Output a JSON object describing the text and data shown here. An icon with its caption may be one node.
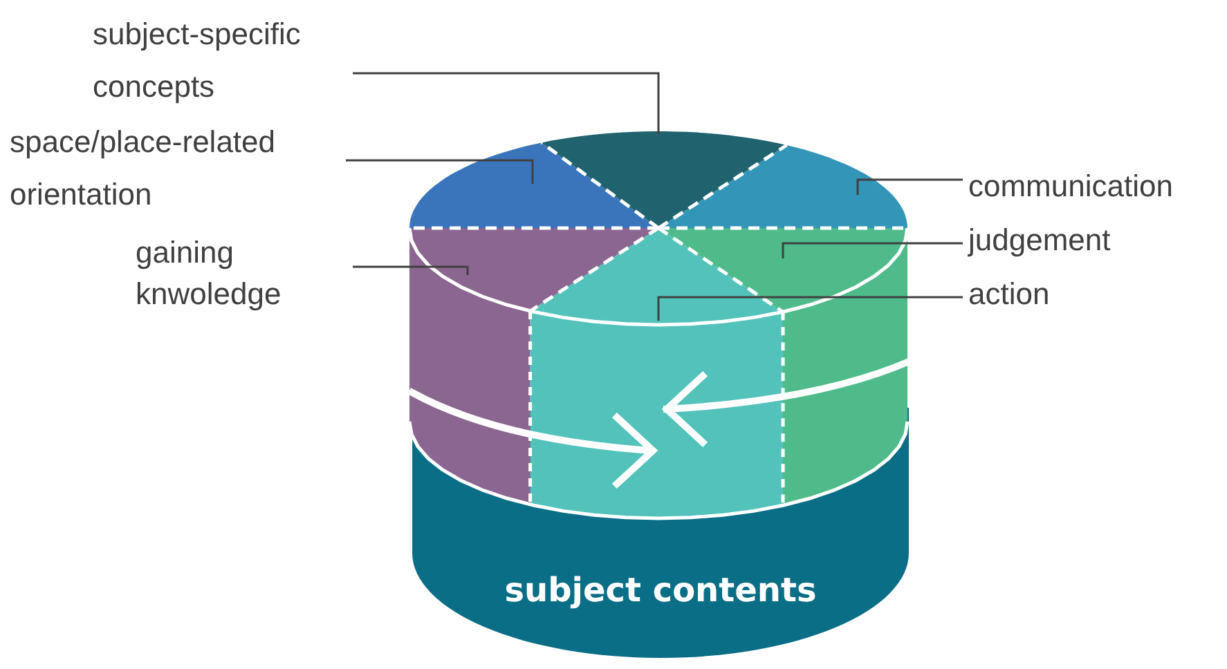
{
  "diagram": {
    "nodes": [
      {
        "text": [
          "subject-specific concepts"
        ]
      },
      {
        "text": [
          "space/place-related orientation"
        ]
      },
      {
        "text": [
          "gaining knwoledge"
        ]
      },
      {
        "text": [
          "communication"
        ]
      },
      {
        "text": [
          "judgement"
        ]
      },
      {
        "text": [
          "action"
        ]
      },
      {
        "text": [],
        "shape": "segment"
      },
      {
        "text": [],
        "shape": "segment"
      },
      {
        "text": [],
        "shape": "segment"
      },
      {
        "text": [],
        "shape": "segment"
      },
      {
        "text": [],
        "shape": "segment"
      },
      {
        "text": [],
        "shape": "segment"
      },
      {
        "text": [
          "subject contents"
        ]
      }
    ],
    "edges": [
      {
        "from": 0,
        "to": 6,
        "arrow": "none"
      },
      {
        "from": 1,
        "to": 7,
        "arrow": "none"
      },
      {
        "from": 2,
        "to": 8,
        "arrow": "none"
      },
      {
        "from": 3,
        "to": 9,
        "arrow": "none"
      },
      {
        "from": 4,
        "to": 10,
        "arrow": "none"
      },
      {
        "from": 5,
        "to": 11,
        "arrow": "none"
      }
    ]
  }
}
